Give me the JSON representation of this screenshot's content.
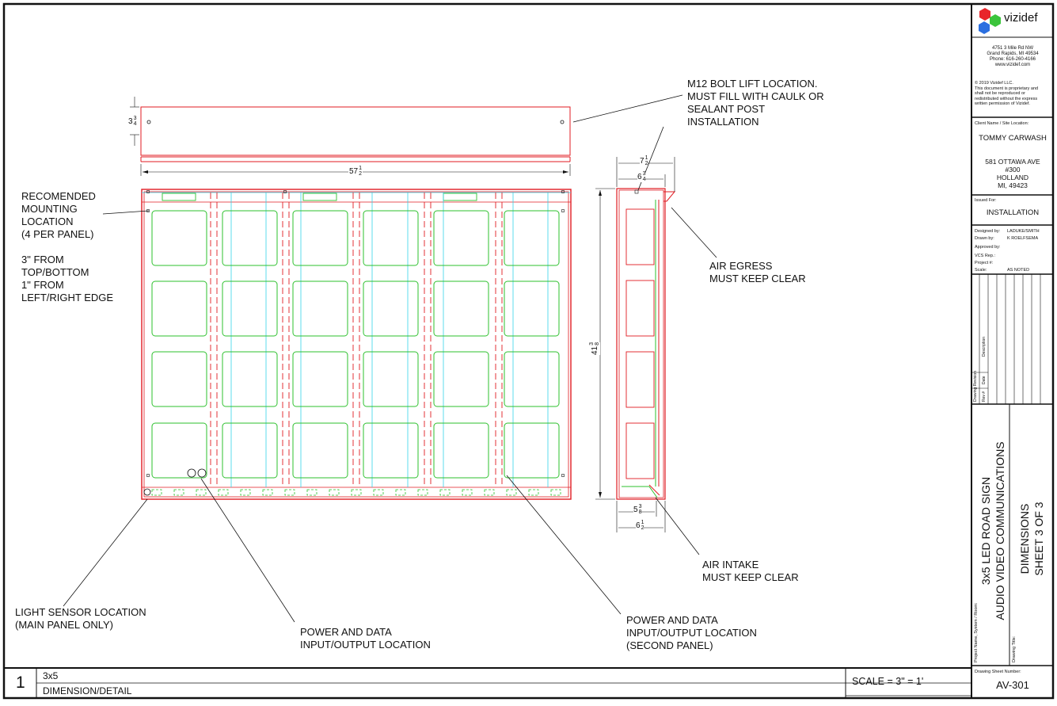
{
  "notes": {
    "bolt_lift": "M12 BOLT LIFT LOCATION.\nMUST FILL WITH CAULK OR\nSEALANT  POST\nINSTALLATION",
    "mounting": "RECOMENDED\nMOUNTING\nLOCATION\n(4 PER PANEL)\n\n3\" FROM\nTOP/BOTTOM\n1\" FROM\nLEFT/RIGHT EDGE",
    "air_egress": "AIR EGRESS\nMUST KEEP CLEAR",
    "air_intake": "AIR INTAKE\nMUST KEEP CLEAR",
    "light_sensor": "LIGHT SENSOR LOCATION\n(MAIN PANEL ONLY)",
    "power_data_main": "POWER AND DATA\nINPUT/OUTPUT LOCATION",
    "power_data_second": "POWER AND DATA\nINPUT/OUTPUT LOCATION\n(SECOND PANEL)"
  },
  "dimensions": {
    "top_height_whole": "3",
    "top_height_num": "3",
    "top_height_den": "4",
    "width_whole": "57",
    "width_num": "1",
    "width_den": "2",
    "height_whole": "41",
    "height_num": "3",
    "height_den": "8",
    "side_top_outer_whole": "7",
    "side_top_outer_num": "1",
    "side_top_outer_den": "2",
    "side_top_inner_whole": "6",
    "side_top_inner_num": "3",
    "side_top_inner_den": "4",
    "side_bottom_inner_whole": "5",
    "side_bottom_inner_num": "3",
    "side_bottom_inner_den": "8",
    "side_bottom_outer_whole": "6",
    "side_bottom_outer_num": "1",
    "side_bottom_outer_den": "2"
  },
  "title_block": {
    "company": "vizidef",
    "address": "4751 3 Mile Rd NW\nGrand Rapids, MI 49534\nPhone: 616-260-4166\nwww.vizidef.com",
    "copyright": "© 2019 Vizidef LLC.\nThis document is proprietary and\nshall not be reproduced or\nredistributed without the express\nwritten permission of Vizidef.",
    "client_label": "Client Name / Site Location:",
    "client_name": "TOMMY CARWASH",
    "client_address": "581 OTTAWA AVE\n#300\nHOLLAND\nMI, 49423",
    "issued_label": "Issued For:",
    "issued_for": "INSTALLATION",
    "designed_label": "Designed by:",
    "designed_by": "LADUKE/SMITH",
    "drawn_label": "Drawn by:",
    "drawn_by": "K ROELFSEMA",
    "approved_label": "Approved by:",
    "vcs_label": "VCS Rep.:",
    "project_no_label": "Project #:",
    "scale_label": "Scale:",
    "scale_value": "AS NOTED",
    "rev_label": "Rev #",
    "date_label": "Date",
    "description_label": "Description",
    "revisions_label": "Drawing Revision",
    "project_name_label": "Project Name, System / Room:",
    "project_name": "3x5 LED ROAD SIGN\nAUDIO VIDEO COMMUNICATIONS",
    "drawing_title_label": "Drawing Title:",
    "drawing_title": "DIMENSIONS\nSHEET 3 OF 3",
    "sheet_number_label": "Drawing Sheet Number:",
    "sheet_number": "AV-301"
  },
  "bottom_bar": {
    "detail_number": "1",
    "detail_name": "3x5",
    "detail_desc": "DIMENSION/DETAIL",
    "scale": "SCALE = 3\" = 1'"
  },
  "colors": {
    "outline": "#e01b22",
    "module": "#2ec02e",
    "rail": "#35d3e8",
    "ink": "#111111",
    "logo_red": "#e8252a",
    "logo_green": "#3bc43b",
    "logo_blue": "#2b6fe0"
  }
}
